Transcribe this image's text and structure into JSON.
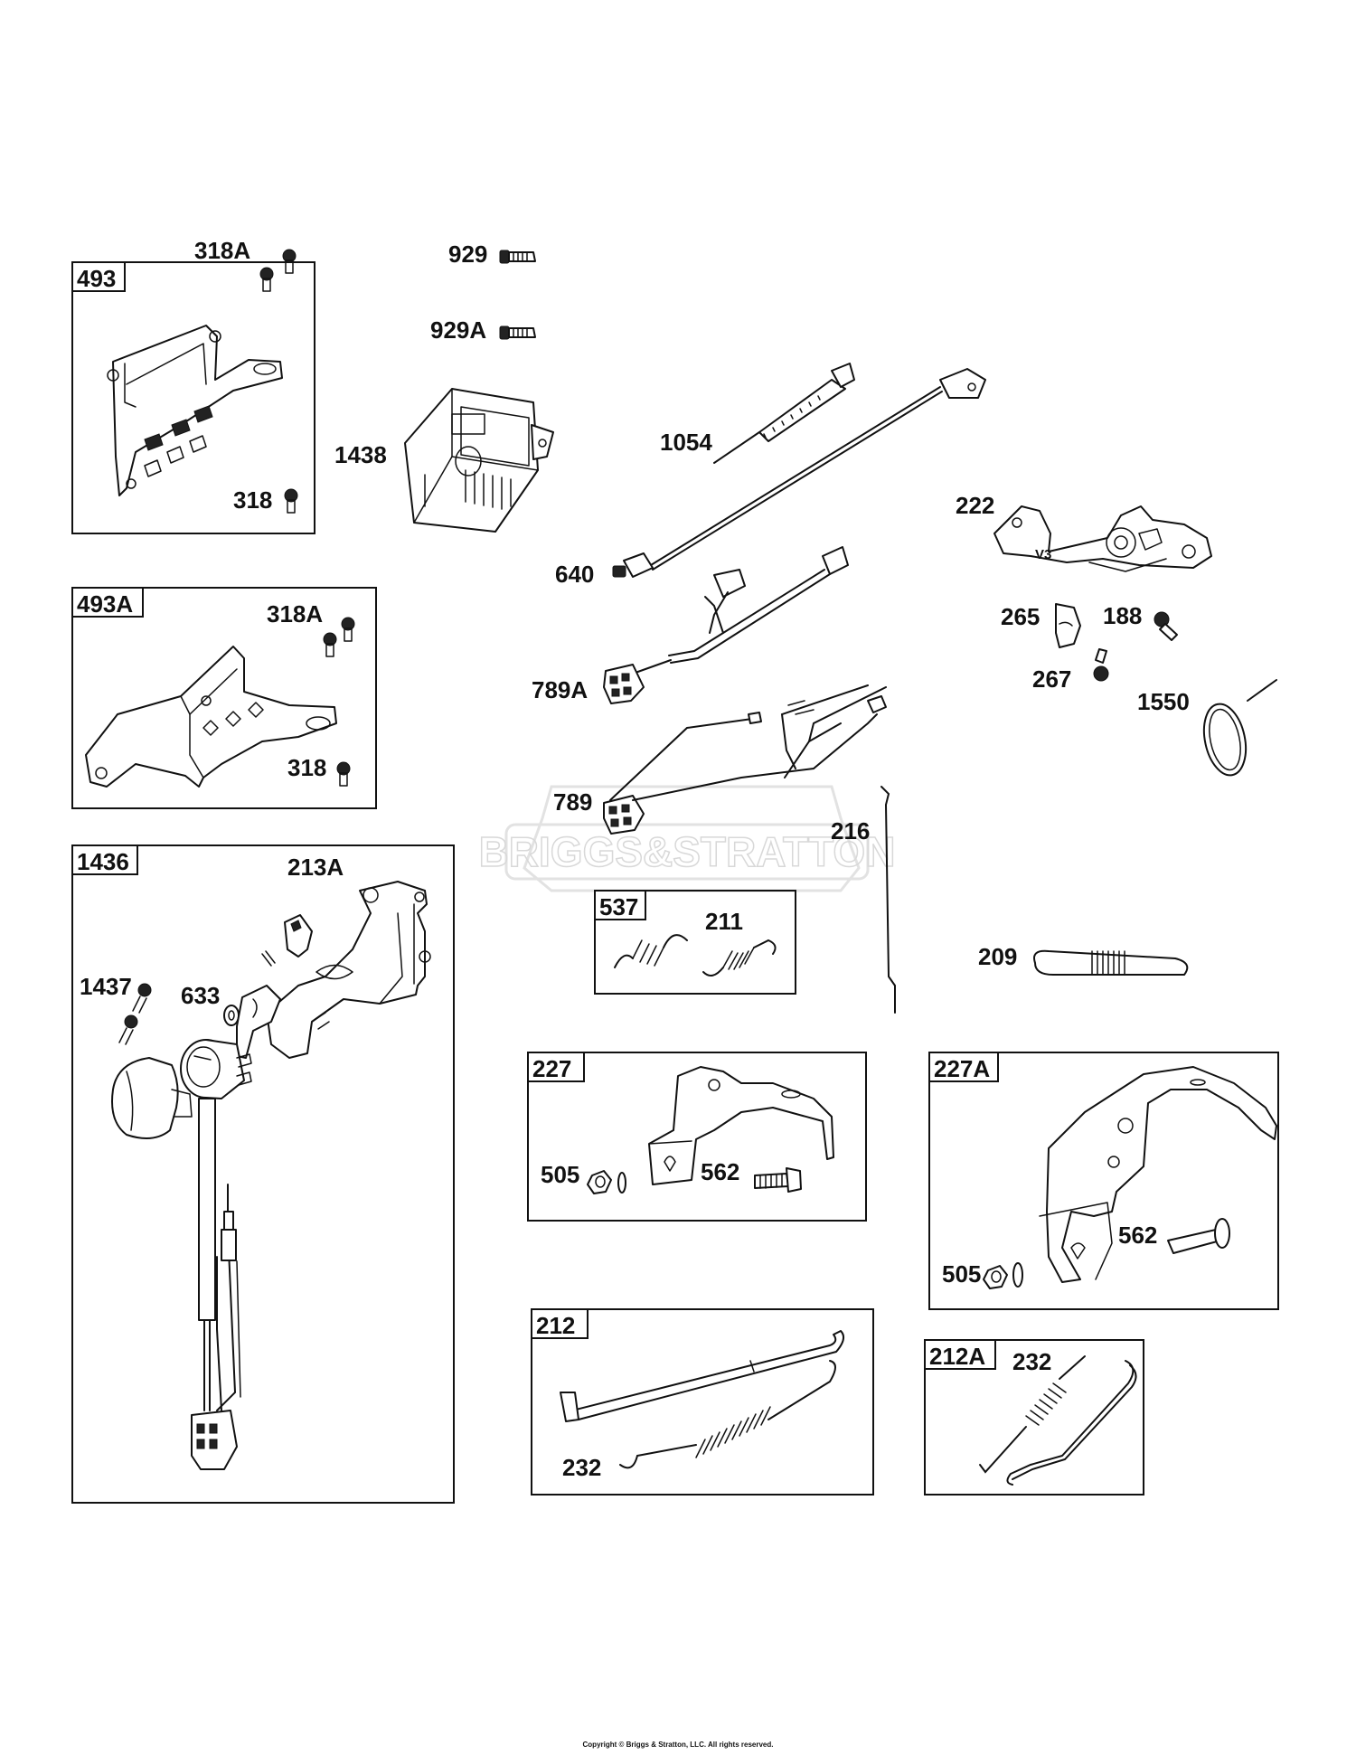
{
  "watermark": {
    "brand": "BRIGGS&STRATTON"
  },
  "footer": {
    "copyright": "Copyright © Briggs & Stratton, LLC. All rights reserved."
  },
  "groups": {
    "g493": "493",
    "g493A": "493A",
    "g1436": "1436",
    "g537": "537",
    "g227": "227",
    "g227A": "227A",
    "g212": "212",
    "g212A": "212A"
  },
  "parts": {
    "p318A_a": "318A",
    "p318_a": "318",
    "p929": "929",
    "p929A": "929A",
    "p1438": "1438",
    "p1054": "1054",
    "p640": "640",
    "p222": "222",
    "p222_mark": "V3",
    "p265": "265",
    "p188": "188",
    "p267": "267",
    "p1550": "1550",
    "p318A_b": "318A",
    "p318_b": "318",
    "p789A": "789A",
    "p789": "789",
    "p216": "216",
    "p213A": "213A",
    "p1437": "1437",
    "p633": "633",
    "p211": "211",
    "p209": "209",
    "p505_a": "505",
    "p562_a": "562",
    "p505_b": "505",
    "p562_b": "562",
    "p232_a": "232",
    "p232_b": "232"
  }
}
